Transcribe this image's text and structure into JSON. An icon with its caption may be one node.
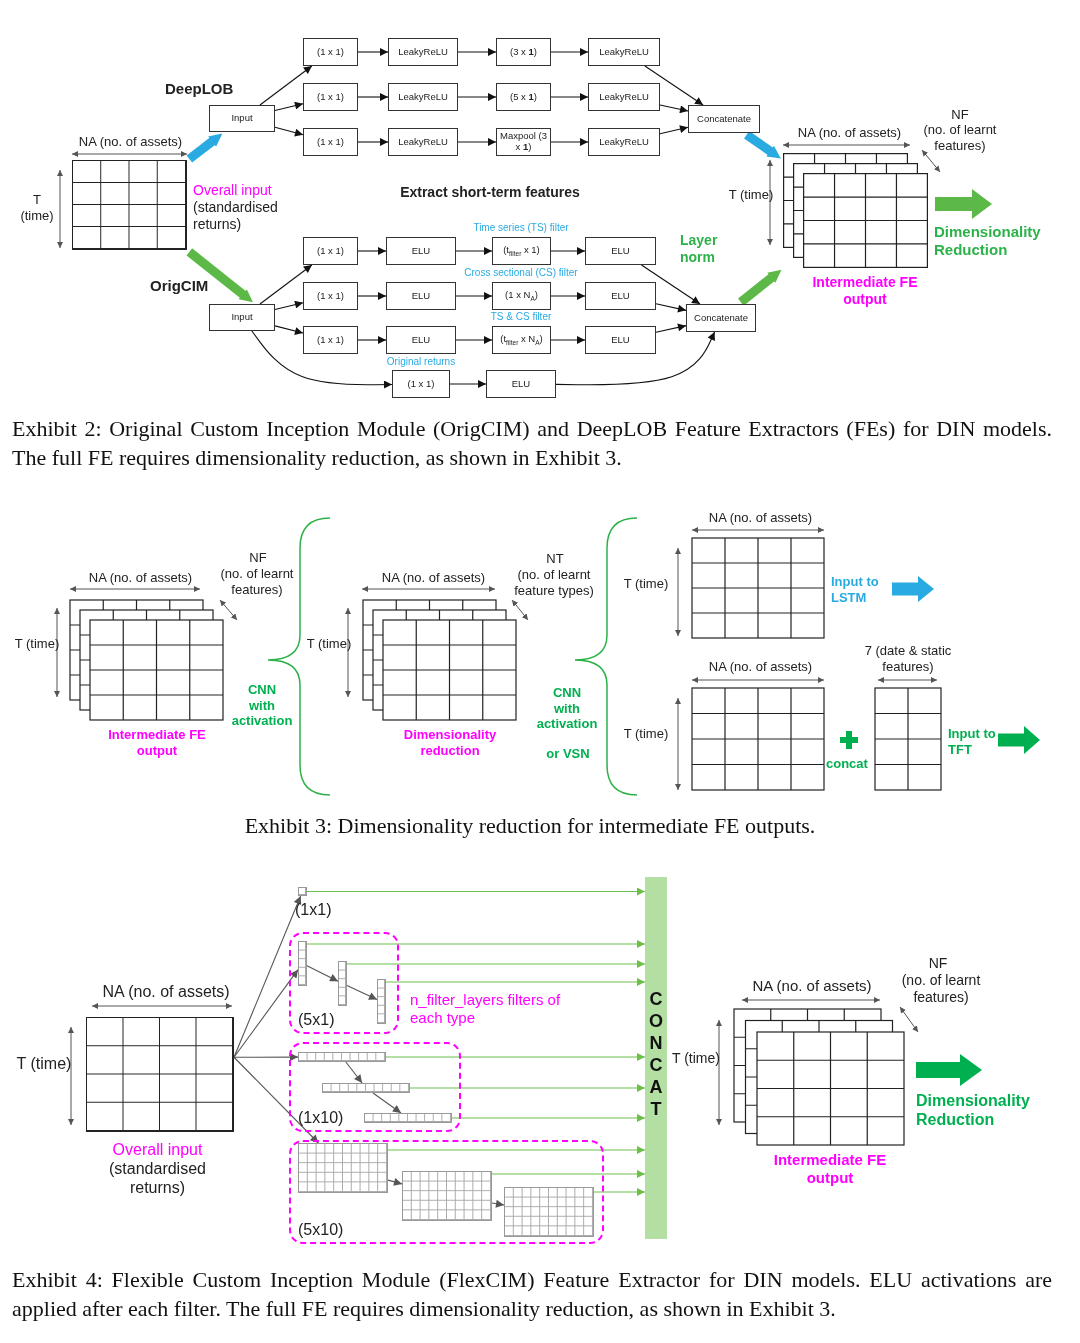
{
  "diagram": {
    "nodes": [
      {
        "text": [
          "Input"
        ]
      },
      {
        "text": [
          "(1 x 1)"
        ]
      },
      {
        "text": [
          "LeakyReLU"
        ]
      },
      {
        "text": [
          "(3 x **1**)"
        ]
      },
      {
        "text": [
          "LeakyReLU"
        ]
      },
      {
        "text": [
          "(1 x 1)"
        ]
      },
      {
        "text": [
          "LeakyReLU"
        ]
      },
      {
        "text": [
          "(5 x **1**)"
        ]
      },
      {
        "text": [
          "LeakyReLU"
        ]
      },
      {
        "text": [
          "(1 x 1)"
        ]
      },
      {
        "text": [
          "LeakyReLU"
        ]
      },
      {
        "text": [
          "Maxpool (3 x **1**)"
        ]
      },
      {
        "text": [
          "LeakyReLU"
        ]
      },
      {
        "text": [
          "Concatenate"
        ]
      },
      {
        "text": [
          "Input"
        ]
      },
      {
        "text": [
          "(1 x 1)"
        ]
      },
      {
        "text": [
          "ELU"
        ]
      },
      {
        "text": [
          "(t$_{filter}$ x 1)"
        ],
        "beside": [
          "Time series (TS) filter"
        ]
      },
      {
        "text": [
          "ELU"
        ]
      },
      {
        "text": [
          "(1 x 1)"
        ]
      },
      {
        "text": [
          "ELU"
        ]
      },
      {
        "text": [
          "(1 x N$_{A}$)"
        ],
        "beside": [
          "Cross sectional (CS) filter"
        ]
      },
      {
        "text": [
          "ELU"
        ]
      },
      {
        "text": [
          "(1 x 1)"
        ]
      },
      {
        "text": [
          "ELU"
        ]
      },
      {
        "text": [
          "(t$_{filter}$ x N$_{A}$)"
        ],
        "beside": [
          "TS & CS filter"
        ]
      },
      {
        "text": [
          "ELU"
        ]
      },
      {
        "text": [
          "(1 x 1)"
        ],
        "beside": [
          "Original returns"
        ]
      },
      {
        "text": [
          "ELU"
        ]
      },
      {
        "text": [
          "Concatenate"
        ]
      },
      {
        "text": [],
        "shape": "grid",
        "beside": [
          "Overall input",
          "(standardised returns)"
        ]
      },
      {
        "text": [],
        "shape": "box",
        "beside": [
          "(1x1)"
        ]
      },
      {
        "text": [
          "(5x1)"
        ]
      },
      {
        "text": [],
        "shape": "box",
        "in": 32
      },
      {
        "text": [],
        "shape": "box",
        "in": 32
      },
      {
        "text": [],
        "shape": "box",
        "in": 32
      },
      {
        "text": [
          "(1x10)"
        ]
      },
      {
        "text": [],
        "shape": "box",
        "in": 36
      },
      {
        "text": [],
        "shape": "box",
        "in": 36
      },
      {
        "text": [],
        "shape": "box",
        "in": 36
      },
      {
        "text": [
          "(5x10)"
        ]
      },
      {
        "text": [],
        "shape": "box",
        "in": 40
      },
      {
        "text": [],
        "shape": "box",
        "in": 40
      },
      {
        "text": [],
        "shape": "box",
        "in": 40
      },
      {
        "text": [
          "CONCAT"
        ]
      },
      {
        "text": [],
        "shape": "grid",
        "beside": [
          "Overall input",
          "(standardised returns)"
        ]
      },
      {
        "text": [],
        "shape": "stack",
        "beside": [
          "Intermediate FE output"
        ]
      }
    ],
    "edges": [
      {
        "from": 0,
        "to": 1,
        "arrow": "to"
      },
      {
        "from": 0,
        "to": 5,
        "arrow": "to"
      },
      {
        "from": 0,
        "to": 9,
        "arrow": "to"
      },
      {
        "from": 1,
        "to": 2,
        "arrow": "to"
      },
      {
        "from": 2,
        "to": 3,
        "arrow": "to"
      },
      {
        "from": 3,
        "to": 4,
        "arrow": "to"
      },
      {
        "from": 5,
        "to": 6,
        "arrow": "to"
      },
      {
        "from": 6,
        "to": 7,
        "arrow": "to"
      },
      {
        "from": 7,
        "to": 8,
        "arrow": "to"
      },
      {
        "from": 9,
        "to": 10,
        "arrow": "to"
      },
      {
        "from": 10,
        "to": 11,
        "arrow": "to"
      },
      {
        "from": 11,
        "to": 12,
        "arrow": "to"
      },
      {
        "from": 4,
        "to": 13,
        "arrow": "to"
      },
      {
        "from": 8,
        "to": 13,
        "arrow": "to"
      },
      {
        "from": 12,
        "to": 13,
        "arrow": "to"
      },
      {
        "from": 14,
        "to": 15,
        "arrow": "to"
      },
      {
        "from": 14,
        "to": 19,
        "arrow": "to"
      },
      {
        "from": 14,
        "to": 23,
        "arrow": "to"
      },
      {
        "from": 14,
        "to": 27,
        "arrow": "to"
      },
      {
        "from": 15,
        "to": 16,
        "arrow": "to"
      },
      {
        "from": 16,
        "to": 17,
        "arrow": "to"
      },
      {
        "from": 17,
        "to": 18,
        "arrow": "to"
      },
      {
        "from": 19,
        "to": 20,
        "arrow": "to"
      },
      {
        "from": 20,
        "to": 21,
        "arrow": "to"
      },
      {
        "from": 21,
        "to": 22,
        "arrow": "to"
      },
      {
        "from": 23,
        "to": 24,
        "arrow": "to"
      },
      {
        "from": 24,
        "to": 25,
        "arrow": "to"
      },
      {
        "from": 25,
        "to": 26,
        "arrow": "to"
      },
      {
        "from": 27,
        "to": 28,
        "arrow": "to"
      },
      {
        "from": 18,
        "to": 29,
        "arrow": "to"
      },
      {
        "from": 22,
        "to": 29,
        "arrow": "to"
      },
      {
        "from": 26,
        "to": 29,
        "arrow": "to"
      },
      {
        "from": 28,
        "to": 29,
        "arrow": "to"
      },
      {
        "from": 30,
        "to": 31,
        "arrow": "to",
        "color": "#555555"
      },
      {
        "from": 30,
        "to": 33,
        "arrow": "to",
        "color": "#555555"
      },
      {
        "from": 30,
        "to": 37,
        "arrow": "to",
        "color": "#555555"
      },
      {
        "from": 30,
        "to": 41,
        "arrow": "to",
        "color": "#555555"
      },
      {
        "from": 33,
        "to": 34,
        "arrow": "to",
        "color": "#555555"
      },
      {
        "from": 34,
        "to": 35,
        "arrow": "to",
        "color": "#555555"
      },
      {
        "from": 37,
        "to": 38,
        "arrow": "to",
        "color": "#555555"
      },
      {
        "from": 38,
        "to": 39,
        "arrow": "to",
        "color": "#555555"
      },
      {
        "from": 41,
        "to": 42,
        "arrow": "to",
        "color": "#555555"
      },
      {
        "from": 42,
        "to": 43,
        "arrow": "to",
        "color": "#555555"
      },
      {
        "from": 31,
        "to": 44,
        "arrow": "to",
        "color": "#6cc04a"
      },
      {
        "from": 33,
        "to": 44,
        "arrow": "to",
        "color": "#6cc04a"
      },
      {
        "from": 34,
        "to": 44,
        "arrow": "to",
        "color": "#6cc04a"
      },
      {
        "from": 35,
        "to": 44,
        "arrow": "to",
        "color": "#6cc04a"
      },
      {
        "from": 37,
        "to": 44,
        "arrow": "to",
        "color": "#6cc04a"
      },
      {
        "from": 38,
        "to": 44,
        "arrow": "to",
        "color": "#6cc04a"
      },
      {
        "from": 39,
        "to": 44,
        "arrow": "to",
        "color": "#6cc04a"
      },
      {
        "from": 41,
        "to": 44,
        "arrow": "to",
        "color": "#6cc04a"
      },
      {
        "from": 42,
        "to": 44,
        "arrow": "to",
        "color": "#6cc04a"
      },
      {
        "from": 43,
        "to": 44,
        "arrow": "to",
        "color": "#6cc04a"
      },
      {
        "from": 45,
        "to": 0,
        "arrow": "to",
        "style": "thick",
        "color": "#29abe2"
      },
      {
        "from": 45,
        "to": 14,
        "arrow": "to",
        "style": "thick",
        "color": "#5cb947"
      },
      {
        "from": 13,
        "to": 46,
        "arrow": "to",
        "style": "thick",
        "color": "#29abe2"
      },
      {
        "from": 29,
        "to": 46,
        "arrow": "to",
        "style": "thick",
        "color": "#5cb947"
      }
    ],
    "labels": [
      "DeepLOB",
      "NA (no. of assets)",
      "T (time)",
      "Extract short-term features",
      "OrigCIM",
      "NA (no. of assets)",
      "NF",
      "(no. of learnt features)",
      "T (time)",
      "Layer norm",
      "Dimensionality Reduction",
      "Exhibit 2: Original Custom Inception Module (OrigCIM) and DeepLOB Feature Extractors (FEs) for DIN models. The full FE requires dimensionality reduction, as shown in Exhibit 3.",
      "NF",
      "(no. of learnt features)",
      "NA (no. of assets)",
      "T (time)",
      "CNN with activation",
      "Intermediate FE output",
      "NT",
      "(no. of learnt feature types)",
      "NA (no. of assets)",
      "T (time)",
      "Dimensionality reduction",
      "CNN with activation",
      "or VSN",
      "NA (no. of assets)",
      "T (time)",
      "Input to LSTM",
      "7 (date & static features)",
      "NA (no. of assets)",
      "T (time)",
      "concat",
      "Input to TFT",
      "Exhibit 3: Dimensionality reduction for intermediate FE outputs.",
      "NA (no. of assets)",
      "T (time)",
      "n_filter_layers filters of each type",
      "NF",
      "(no. of learnt features)",
      "NA (no. of assets)",
      "T (time)",
      "Dimensionality Reduction",
      "Intermediate FE output",
      "Exhibit 4: Flexible Custom Inception Module (FlexCIM) Feature Extractor for DIN models. ELU activations are applied after each filter. The full FE requires dimensionality reduction, as shown in Exhibit 3."
    ]
  }
}
